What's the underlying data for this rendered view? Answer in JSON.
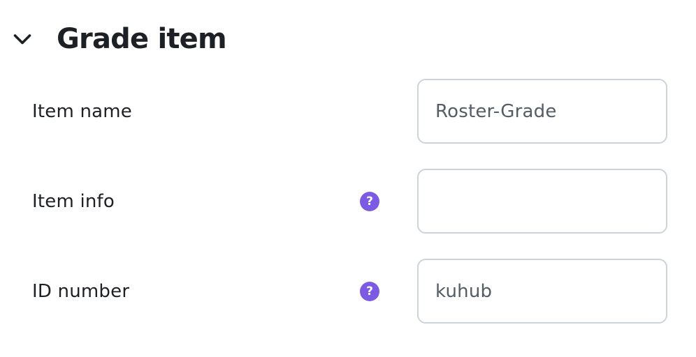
{
  "section": {
    "title": "Grade item",
    "state": "expanded"
  },
  "help_icon": {
    "glyph": "?"
  },
  "fields": [
    {
      "label": "Item name",
      "value": "Roster-Grade",
      "has_help": false
    },
    {
      "label": "Item info",
      "value": "",
      "has_help": true
    },
    {
      "label": "ID number",
      "value": "kuhub",
      "has_help": true
    }
  ],
  "colors": {
    "accent_purple": "#7b5be6",
    "heading_text": "#1d2125",
    "input_text": "#545c66",
    "input_border": "#ccd3da",
    "background": "#ffffff"
  }
}
